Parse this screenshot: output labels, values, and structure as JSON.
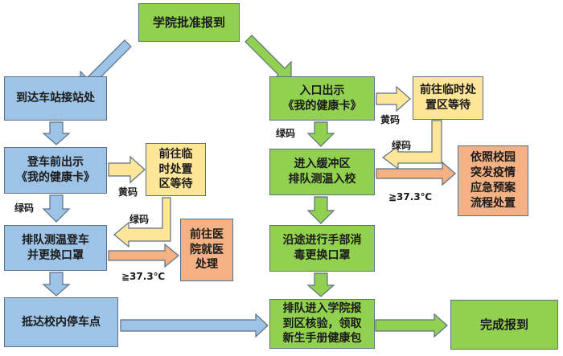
{
  "nodes": {
    "start": "学院批准报到",
    "station": "到达车站接站处",
    "show_card_left": [
      "登车前出示",
      "《我的健康卡》"
    ],
    "queue_bus": [
      "排队测温登车",
      "并更换口罩"
    ],
    "arrive_stop": "抵达校内停车点",
    "temp_area_left": [
      "前往临",
      "时处置",
      "区等待"
    ],
    "hospital": [
      "前往医",
      "院就医",
      "处理"
    ],
    "entrance_show": [
      "入口出示",
      "《我的健康卡》"
    ],
    "temp_area_right": [
      "前往临时处",
      "置区等待"
    ],
    "buffer_zone": [
      "进入缓冲区",
      "排队测温入校"
    ],
    "emergency_plan": [
      "依照校园",
      "突发疫情",
      "应急预案",
      "流程处置"
    ],
    "disinfect": [
      "沿途进行手部消",
      "毒更换口罩"
    ],
    "register": [
      "排队进入学院报",
      "到区核验，领取",
      "新生手册健康包"
    ],
    "done": "完成报到"
  },
  "labels": {
    "green_code": "绿码",
    "yellow_code": "黄码",
    "temp_threshold": "≧37.3℃"
  },
  "colors": {
    "green_node": "#92d050",
    "blue_node": "#9dc3e6",
    "yellow_node": "#ffe699",
    "salmon_node": "#f4b183",
    "green_arrow": "#92d050",
    "blue_arrow": "#9dc3e6",
    "yellow_arrow": "#ffe699",
    "salmon_arrow": "#f4b183"
  }
}
